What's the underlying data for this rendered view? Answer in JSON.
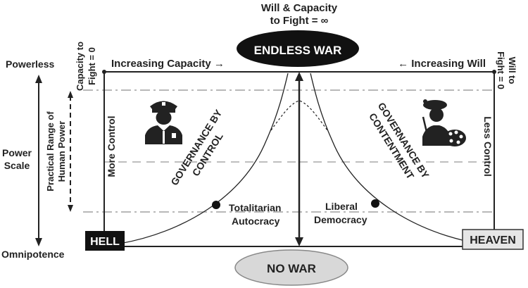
{
  "top_label": {
    "line1": "Will & Capacity",
    "line2": "to Fight = ∞"
  },
  "endless_war": "ENDLESS WAR",
  "no_war": "NO WAR",
  "left_axis": {
    "powerless": "Powerless",
    "power_scale_line1": "Power",
    "power_scale_line2": "Scale",
    "omnipotence": "Omnipotence",
    "practical_range_line1": "Practical Range of",
    "practical_range_line2": "Human Power"
  },
  "capacity_zero": {
    "line1": "Capacity to",
    "line2": "Fight = 0"
  },
  "will_zero": {
    "line1": "Will to",
    "line2": "Fight = 0"
  },
  "increasing_capacity": "Increasing Capacity →",
  "increasing_will": "← Increasing Will",
  "more_control": "More Control",
  "less_control": "Less Control",
  "governance_control": {
    "line1": "GOVERNANCE BY",
    "line2": "CONTROL"
  },
  "governance_contentment": {
    "line1": "GOVERNANCE BY",
    "line2": "CONTENTMENT"
  },
  "totalitarian": {
    "line1": "Totalitarian",
    "line2": "Autocracy"
  },
  "liberal": {
    "line1": "Liberal",
    "line2": "Democracy"
  },
  "hell": "HELL",
  "heaven": "HEAVEN",
  "icons": [
    "police-officer-icon",
    "artist-palette-icon"
  ],
  "colors": {
    "ink": "#222222",
    "ellipse_dark": "#111111",
    "ellipse_light": "#d8d8d8",
    "heaven_box": "#e6e6e6",
    "guide_line": "#9a9a9a"
  }
}
